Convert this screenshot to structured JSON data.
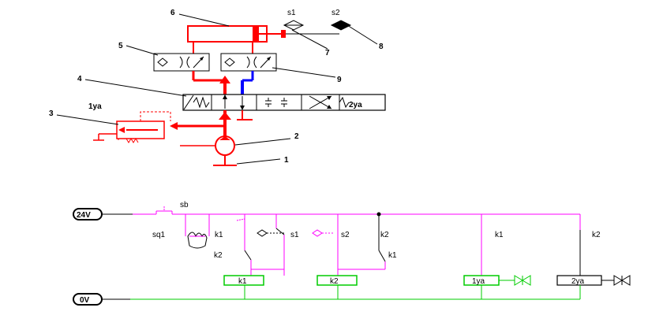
{
  "hydraulic": {
    "callouts": [
      "1",
      "2",
      "3",
      "4",
      "5",
      "6",
      "7",
      "8",
      "9"
    ],
    "switches": {
      "s1": "s1",
      "s2": "s2"
    },
    "solenoids": {
      "left": "1ya",
      "right": "2ya"
    }
  },
  "electrical": {
    "rail_top": "24V",
    "rail_bottom": "0V",
    "labels": {
      "sb": "sb",
      "sq1": "sq1",
      "k1_a": "k1",
      "k2_a": "k2",
      "s1": "s1",
      "s2": "s2",
      "k2_b": "k2",
      "k1_b": "k1",
      "k1_c": "k1",
      "k2_c": "k2"
    },
    "coils": [
      "k1",
      "k2",
      "1ya",
      "2ya"
    ]
  },
  "colors": {
    "pressure": "#ff0000",
    "return": "#0000ff",
    "circuit": "#ff00ff",
    "ground_rail": "#00cc00",
    "line": "#000000"
  }
}
